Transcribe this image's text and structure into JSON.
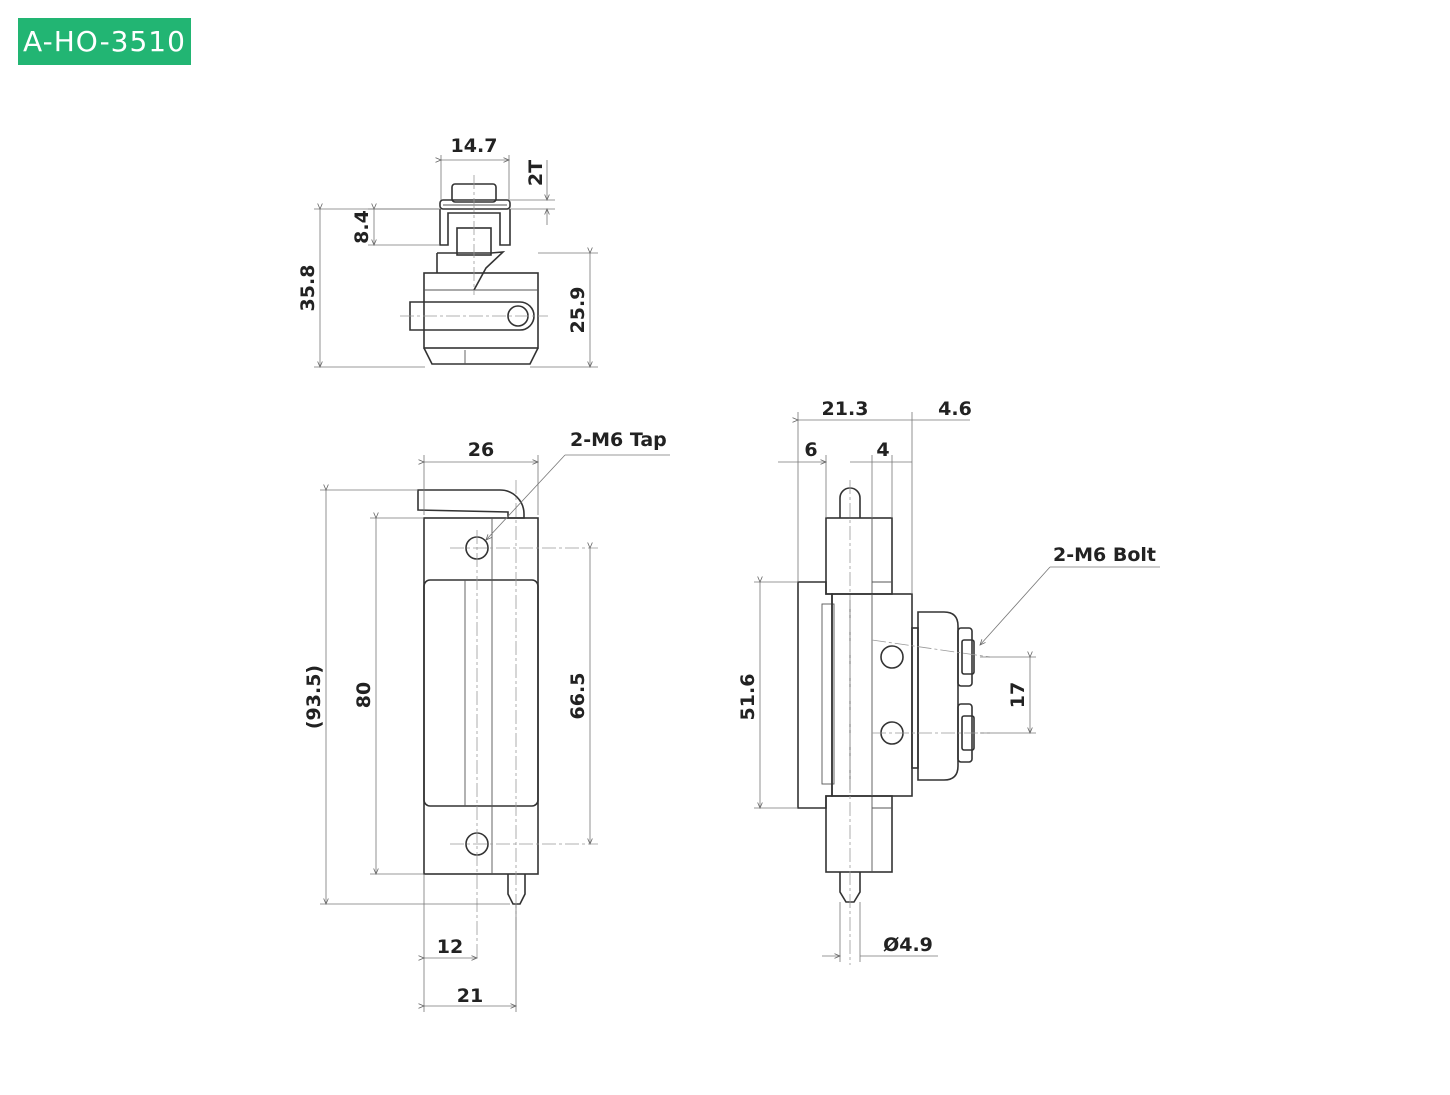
{
  "part_code": "A-HO-3510",
  "colors": {
    "badge": "#22b573",
    "line": "#333333"
  },
  "top_view": {
    "dims": {
      "width": "14.7",
      "thickness": "2T",
      "step": "8.4",
      "total_height": "35.8",
      "body_height": "25.9"
    }
  },
  "front_view": {
    "dims": {
      "width": "26",
      "overall_length": "(93.5)",
      "hole_pitch": "80",
      "body_length": "66.5",
      "hole_offset": "12",
      "pin_offset": "21"
    },
    "callout": "2-M6 Tap"
  },
  "side_view": {
    "dims": {
      "depth": "21.3",
      "plate": "4.6",
      "leaf": "6",
      "step": "4",
      "height": "51.6",
      "bolt_pitch": "17",
      "pin_dia": "Ø4.9"
    },
    "callout": "2-M6 Bolt"
  }
}
